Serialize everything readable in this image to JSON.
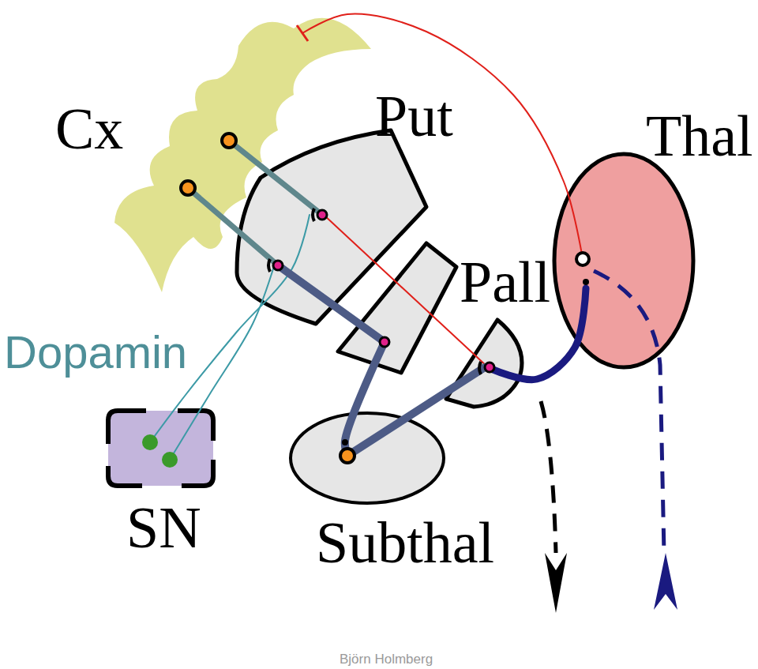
{
  "diagram": {
    "nodes": [
      {
        "text": [
          "Cx"
        ]
      },
      {
        "text": [
          "Put"
        ]
      },
      {
        "text": [
          "Thal"
        ]
      },
      {
        "text": [
          "Pall"
        ]
      },
      {
        "text": [
          "SN"
        ]
      },
      {
        "text": [
          "Subthal"
        ]
      }
    ],
    "edges": [
      {
        "from": 0,
        "to": 1,
        "arrow": "none"
      },
      {
        "from": 0,
        "to": 1,
        "arrow": "none"
      },
      {
        "from": 4,
        "to": 1,
        "arrow": "none"
      },
      {
        "from": 4,
        "to": 1,
        "arrow": "none"
      },
      {
        "from": 1,
        "to": 3,
        "arrow": "none"
      },
      {
        "from": 1,
        "to": 3,
        "arrow": "none"
      },
      {
        "from": 3,
        "to": 5,
        "arrow": "none"
      },
      {
        "from": 5,
        "to": 3,
        "arrow": "none"
      },
      {
        "from": 3,
        "to": 2,
        "arrow": "none"
      },
      {
        "from": 2,
        "to": 0,
        "arrow": "none"
      }
    ],
    "labels": [
      "Dopamin",
      "Björn Holmberg"
    ]
  }
}
